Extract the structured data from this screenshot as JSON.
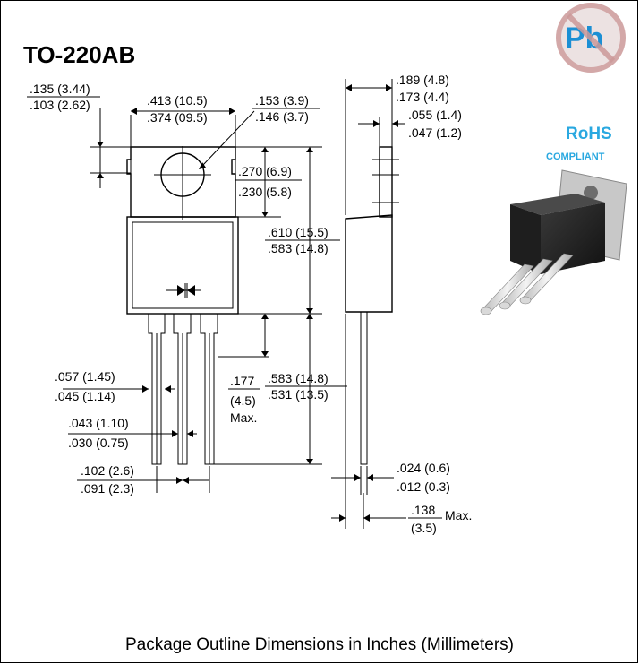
{
  "title": "TO-220AB",
  "caption": "Package Outline Dimensions in Inches (Millimeters)",
  "badges": {
    "pb": "Pb",
    "rohs": "RoHS",
    "compliant": "COMPLIANT"
  },
  "dimensions": {
    "tab_thick_max": ".135 (3.44)",
    "tab_thick_min": ".103 (2.62)",
    "width_max": ".413 (10.5)",
    "width_min": ".374 (09.5)",
    "hole_max": ".153 (3.9)",
    "hole_min": ".146 (3.7)",
    "hole_pos_max": ".270 (6.9)",
    "hole_pos_min": ".230 (5.8)",
    "body_len_max": ".610 (15.5)",
    "body_len_min": ".583 (14.8)",
    "lead_w_max": ".057 (1.45)",
    "lead_w_min": ".045 (1.14)",
    "lead_t_max": ".043 (1.10)",
    "lead_t_min": ".030 (0.75)",
    "pitch_max": ".102 (2.6)",
    "pitch_min": ".091 (2.3)",
    "shoulder_val": ".177",
    "shoulder_mm": "(4.5)",
    "shoulder_max": "Max.",
    "lead_len_max": ".583 (14.8)",
    "lead_len_min": ".531 (13.5)",
    "side_thick_max": ".189 (4.8)",
    "side_thick_min": ".173 (4.4)",
    "flange_max": ".055 (1.4)",
    "flange_min": ".047 (1.2)",
    "side_lead_max": ".024 (0.6)",
    "side_lead_min": ".012 (0.3)",
    "offset_val": ".138",
    "offset_mm": "(3.5)",
    "offset_max": "Max."
  }
}
